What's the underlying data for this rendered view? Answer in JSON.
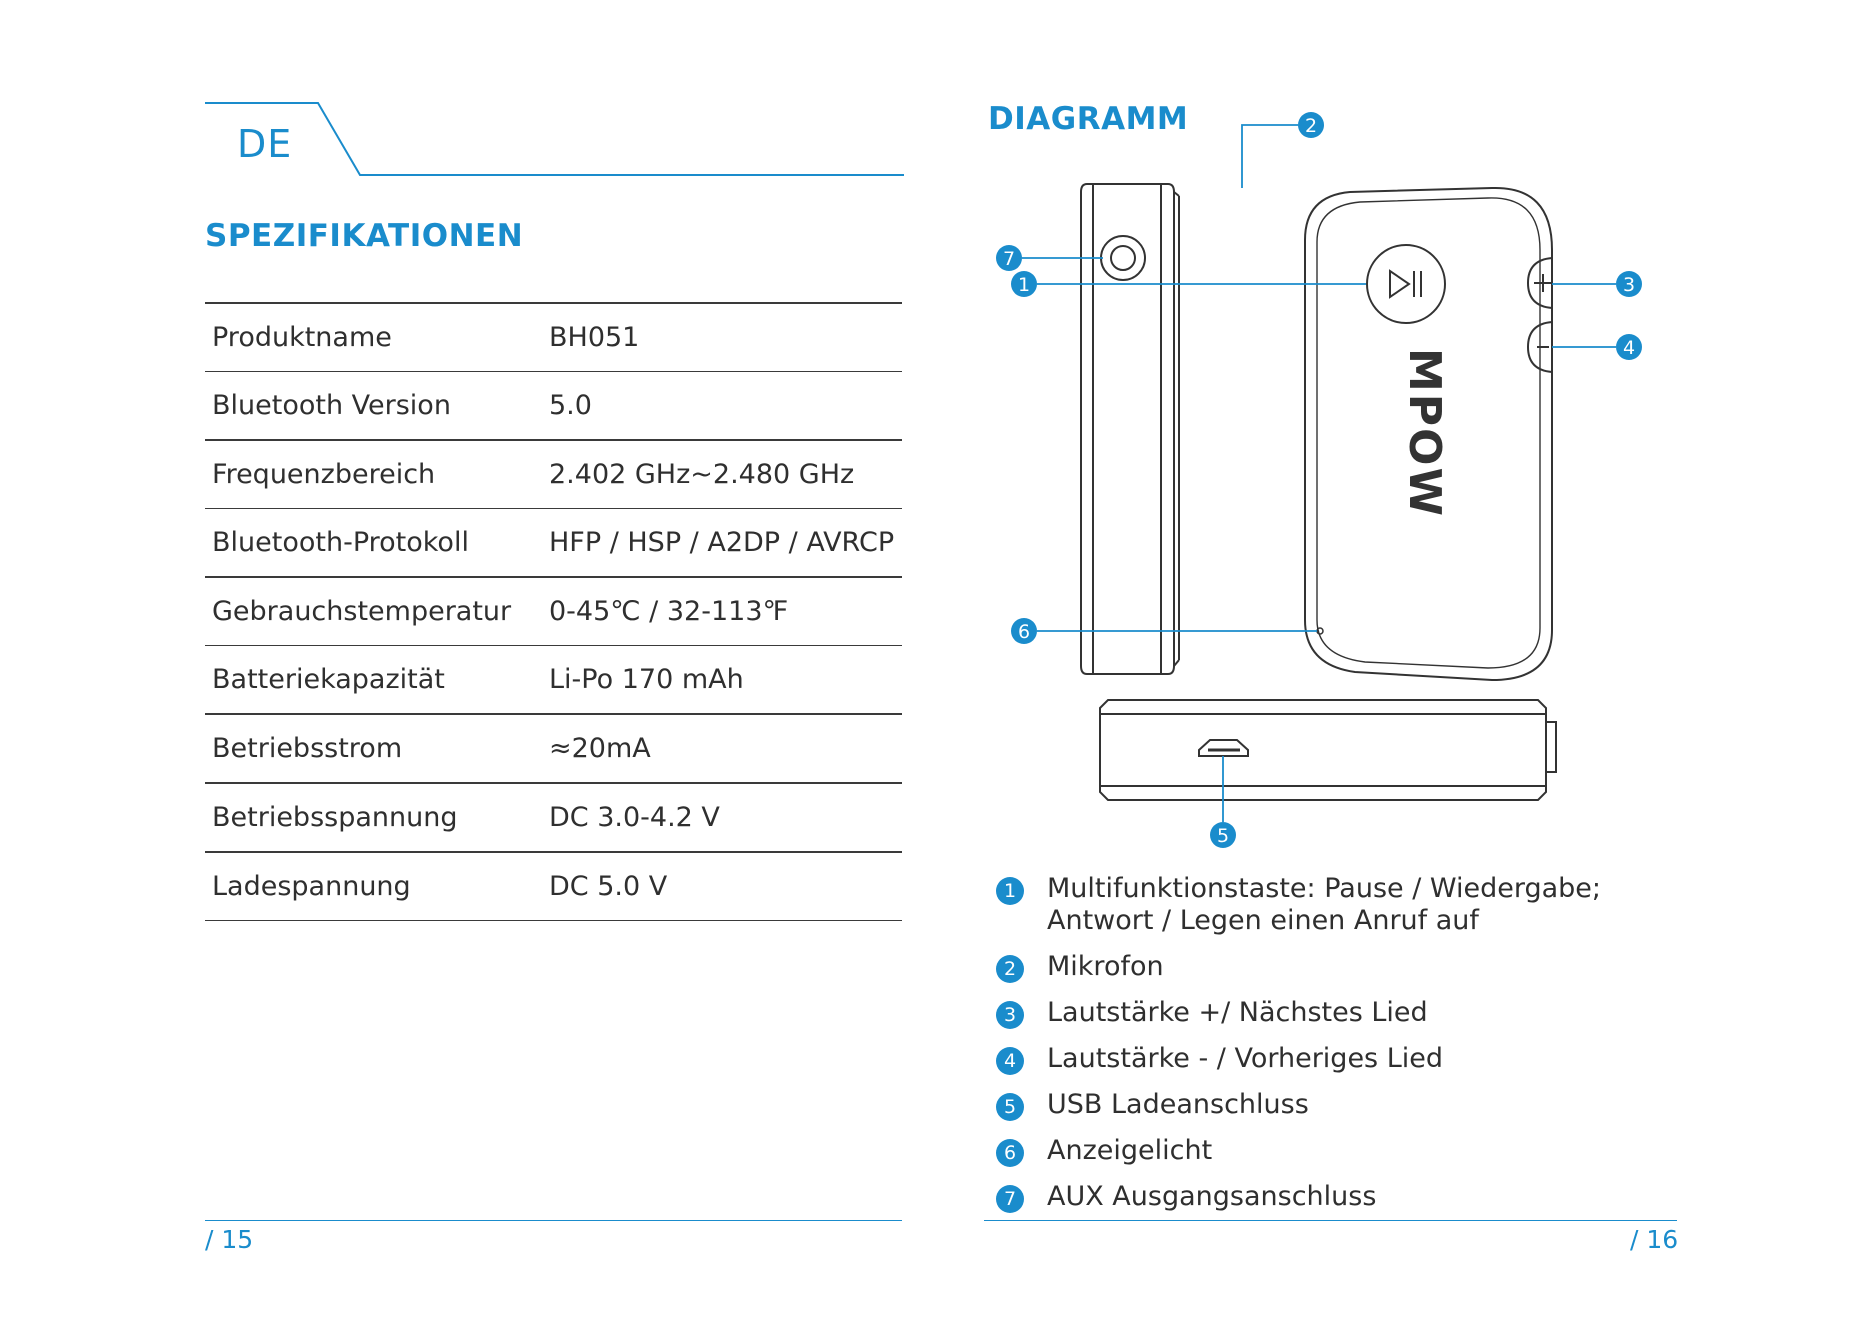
{
  "left_page": {
    "language": "DE",
    "spec_title": "SPEZIFIKATIONEN",
    "specs": [
      {
        "key": "Produktname",
        "value": "BH051"
      },
      {
        "key": "Bluetooth Version",
        "value": "5.0"
      },
      {
        "key": "Frequenzbereich",
        "value": "2.402 GHz~2.480 GHz"
      },
      {
        "key": "Bluetooth-Protokoll",
        "value": "HFP / HSP / A2DP / AVRCP"
      },
      {
        "key": "Gebrauchstemperatur",
        "value": " 0-45℃ / 32-113℉"
      },
      {
        "key": "Batteriekapazität",
        "value": "Li-Po 170 mAh"
      },
      {
        "key": "Betriebsstrom",
        "value": "≈20mA"
      },
      {
        "key": "Betriebsspannung",
        "value": "DC 3.0-4.2 V"
      },
      {
        "key": "Ladespannung",
        "value": "DC 5.0 V"
      }
    ],
    "page_number": "/ 15"
  },
  "right_page": {
    "diagram_title": "DIAGRAMM",
    "brand_logo": "MPOW",
    "callouts": [
      "1",
      "2",
      "3",
      "4",
      "5",
      "6",
      "7"
    ],
    "legend": [
      {
        "num": "1",
        "text": "Multifunktionstaste: Pause / Wiedergabe; Antwort / Legen einen Anruf auf"
      },
      {
        "num": "2",
        "text": "Mikrofon"
      },
      {
        "num": "3",
        "text": "Lautstärke +/ Nächstes Lied"
      },
      {
        "num": "4",
        "text": "Lautstärke - / Vorheriges Lied"
      },
      {
        "num": "5",
        "text": "USB Ladeanschluss"
      },
      {
        "num": "6",
        "text": "Anzeigelicht"
      },
      {
        "num": "7",
        "text": "AUX Ausgangsanschluss"
      }
    ],
    "page_number": "/ 16"
  },
  "colors": {
    "accent": "#1a8ccc",
    "text": "#2f2f2f",
    "line": "#3a3a3a"
  }
}
